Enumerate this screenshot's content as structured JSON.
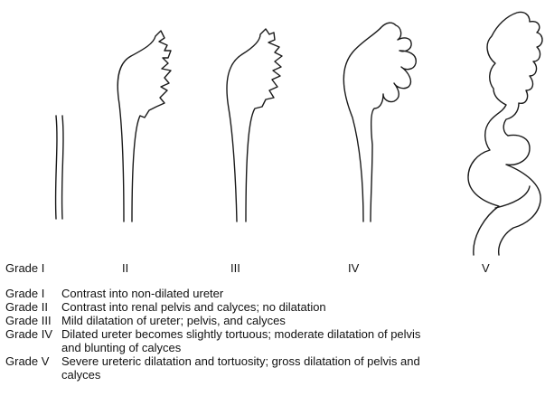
{
  "grade_labels": [
    "Grade I",
    "II",
    "III",
    "IV",
    "V"
  ],
  "legend": [
    {
      "grade": "Grade I",
      "description": "Contrast into non-dilated ureter"
    },
    {
      "grade": "Grade II",
      "description": "Contrast into renal pelvis and calyces; no dilatation"
    },
    {
      "grade": "Grade III",
      "description": "Mild dilatation of ureter; pelvis, and calyces"
    },
    {
      "grade": "Grade IV",
      "description": "Dilated ureter becomes slightly tortuous; moderate dilatation of pelvis and blunting of calyces"
    },
    {
      "grade": "Grade V",
      "description": "Severe ureteric dilatation and tortuosity; gross dilatation of pelvis and calyces"
    }
  ],
  "colors": {
    "line": "#1a1a1a",
    "text": "#111111",
    "background": "#ffffff"
  }
}
